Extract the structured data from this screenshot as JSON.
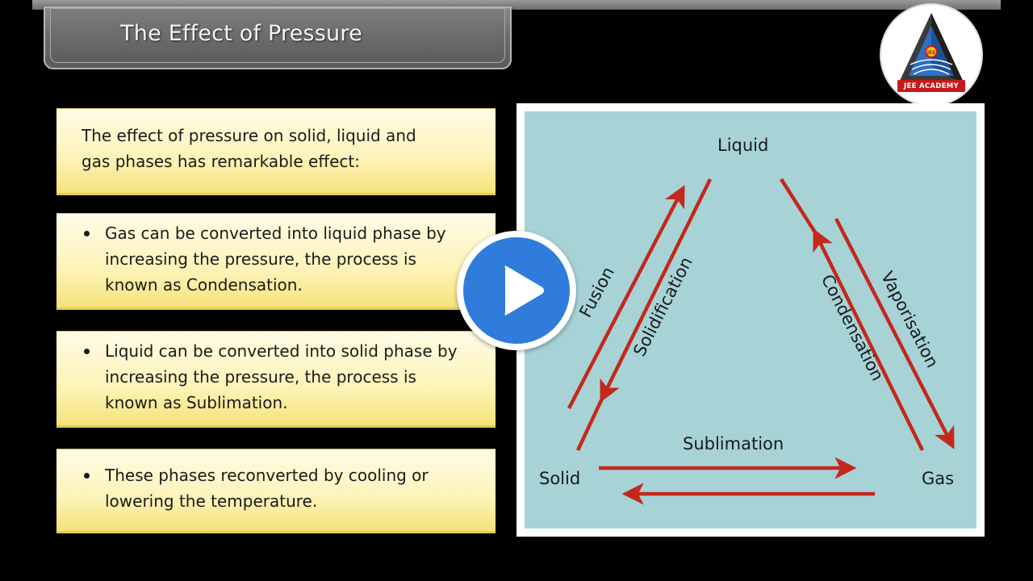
{
  "header": {
    "title": "The Effect of Pressure"
  },
  "logo": {
    "text": "JEE ACADEMY",
    "badge": "JEE",
    "icon": "jee-academy-logo-icon"
  },
  "cards": [
    {
      "bullet": false,
      "text": "The effect of pressure on solid, liquid and\ngas phases has remarkable effect:"
    },
    {
      "bullet": true,
      "text": "Gas can be converted into liquid phase by\nincreasing the pressure, the process is\nknown as Condensation."
    },
    {
      "bullet": true,
      "text": "Liquid can be converted into solid phase by\nincreasing the pressure, the process is\nknown as Sublimation."
    },
    {
      "bullet": true,
      "text": "These phases reconverted by cooling or\nlowering the temperature."
    }
  ],
  "diagram": {
    "nodes": {
      "liquid": "Liquid",
      "solid": "Solid",
      "gas": "Gas"
    },
    "processes": {
      "fusion": "Fusion",
      "solidification": "Solidification",
      "condensation": "Condensation",
      "vaporisation": "Vaporisation",
      "sublimation": "Sublimation"
    },
    "arrow_color": "#c4281c",
    "background_color": "#a7d3d7"
  },
  "player": {
    "play_icon": "play-icon",
    "accent": "#2f7cdb"
  }
}
